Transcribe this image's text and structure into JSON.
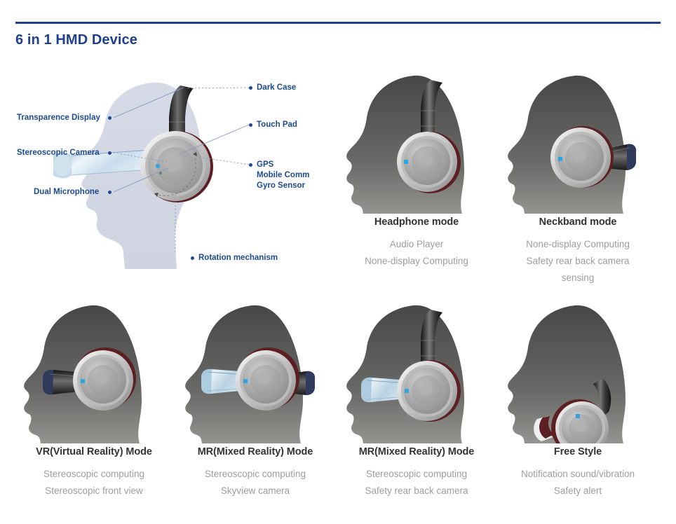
{
  "header": {
    "title": "6 in 1 HMD Device",
    "accent_color": "#1f3f8f"
  },
  "diagram": {
    "name": "hmd-device-callout-diagram",
    "label_color": "#1b4a92",
    "callouts": [
      {
        "id": "transparence-display",
        "text": "Transparence Display",
        "side": "left"
      },
      {
        "id": "stereoscopic-camera",
        "text": "Stereoscopic Camera",
        "side": "left"
      },
      {
        "id": "dual-microphone",
        "text": "Dual Microphone",
        "side": "left"
      },
      {
        "id": "dark-case",
        "text": "Dark Case",
        "side": "right"
      },
      {
        "id": "touch-pad",
        "text": "Touch Pad",
        "side": "right"
      },
      {
        "id": "gps-line-1",
        "text": "GPS",
        "side": "right"
      },
      {
        "id": "gps-line-2",
        "text": "Mobile Comm",
        "side": "right"
      },
      {
        "id": "gps-line-3",
        "text": "Gyro Sensor",
        "side": "right"
      },
      {
        "id": "rotation-mechanism",
        "text": "Rotation mechanism",
        "side": "right"
      }
    ]
  },
  "modes": [
    {
      "id": "headphone-mode",
      "title": "Headphone mode",
      "desc": [
        "Audio Player",
        "None-display Computing"
      ]
    },
    {
      "id": "neckband-mode",
      "title": "Neckband mode",
      "desc": [
        "None-display Computing",
        "Safety rear back camera",
        "sensing"
      ]
    },
    {
      "id": "vr-mode",
      "title": "VR(Virtual Reality) Mode",
      "desc": [
        "Stereoscopic computing",
        "Stereoscopic front view"
      ]
    },
    {
      "id": "mr-mode-skyview",
      "title": "MR(Mixed Reality) Mode",
      "desc": [
        "Stereoscopic computing",
        "Skyview camera"
      ]
    },
    {
      "id": "mr-mode-rear",
      "title": "MR(Mixed Reality) Mode",
      "desc": [
        "Stereoscopic computing",
        "Safety rear back camera"
      ]
    },
    {
      "id": "free-style",
      "title": "Free Style",
      "desc": [
        "Notification sound/vibration",
        "Safety alert"
      ]
    }
  ],
  "colors": {
    "title_text": "#333333",
    "desc_text": "#9d9d9d",
    "head_silhouette_top": "#4a4a4a",
    "head_silhouette_bottom": "#c3c2bd",
    "diagram_head": "#d3d8e3",
    "earcup_rim": "#5c1f22",
    "led": "#2ba6e0"
  }
}
